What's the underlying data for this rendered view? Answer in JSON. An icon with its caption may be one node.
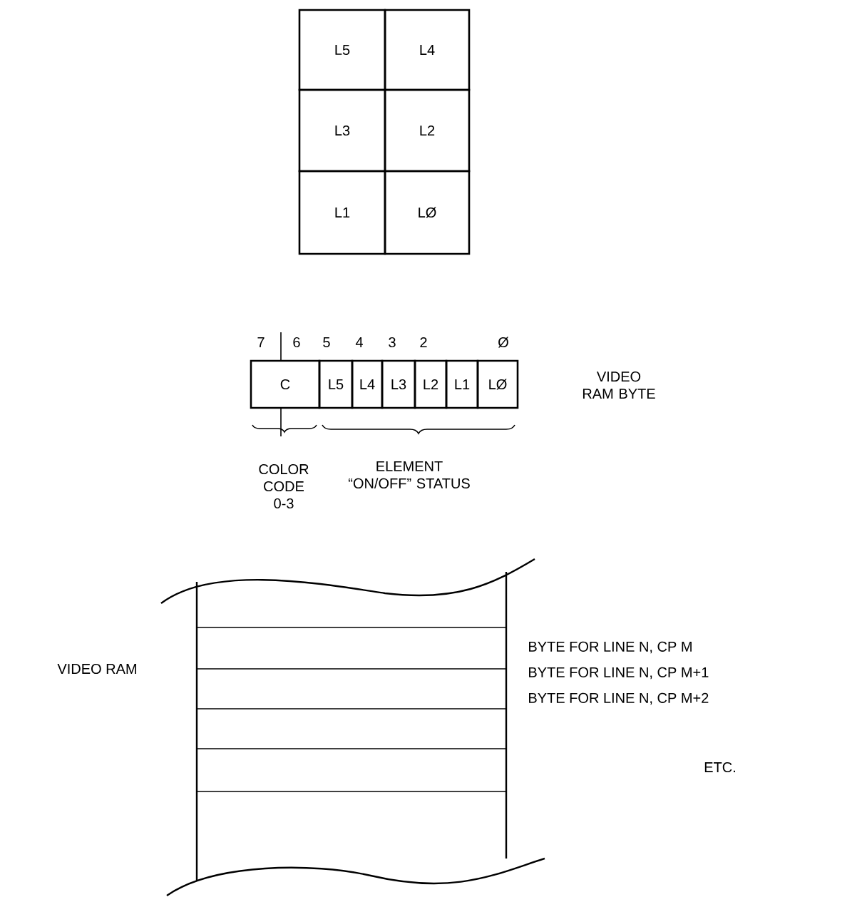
{
  "diagram": {
    "nodes": [
      {
        "text": [
          "L5"
        ]
      },
      {
        "text": [
          "L4"
        ]
      },
      {
        "text": [
          "L3"
        ]
      },
      {
        "text": [
          "L2"
        ]
      },
      {
        "text": [
          "L1"
        ]
      },
      {
        "text": [
          "LØ"
        ]
      },
      {
        "text": [
          "C"
        ]
      },
      {
        "text": [
          "L5"
        ]
      },
      {
        "text": [
          "L4"
        ]
      },
      {
        "text": [
          "L3"
        ]
      },
      {
        "text": [
          "L2"
        ]
      },
      {
        "text": [
          "L1"
        ]
      },
      {
        "text": [
          "LØ"
        ]
      }
    ],
    "labels": [
      "7",
      "6",
      "5",
      "4",
      "3",
      "2",
      "Ø",
      "VIDEO RAM BYTE",
      "COLOR CODE 0-3",
      "ELEMENT “ON/OFF” STATUS",
      "VIDEO RAM",
      "BYTE FOR LINE N, CP M",
      "BYTE FOR LINE N, CP M+1",
      "BYTE FOR LINE N, CP M+2",
      "ETC."
    ]
  }
}
